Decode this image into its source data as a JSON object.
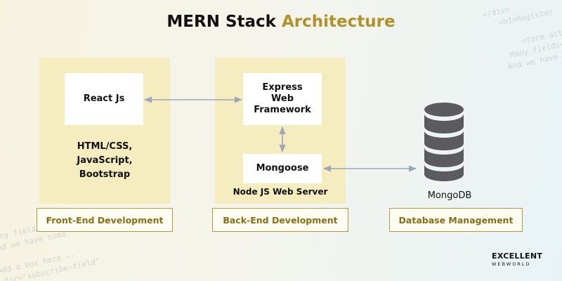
{
  "title": {
    "main": "MERN Stack",
    "accent": "Architecture"
  },
  "frontend": {
    "box_label": "React Js",
    "techs": [
      "HTML/CSS,",
      "JavaScript,",
      "Bootstrap"
    ],
    "section_label": "Front-End Development"
  },
  "backend": {
    "express_lines": [
      "Express",
      "Web",
      "Framework"
    ],
    "mongoose_label": "Mongoose",
    "server_label": "Node JS  Web Server",
    "section_label": "Back-End Development"
  },
  "database": {
    "label": "MongoDB",
    "section_label": "Database Management",
    "icon": "database-icon"
  },
  "brand": {
    "line1": "EXCELLENT",
    "line2": "WEBWORLD"
  },
  "colors": {
    "accent": "#b0922a",
    "panel": "#f5ecc0",
    "section_border": "#b39a3a",
    "arrow": "#9aa8b8"
  }
}
